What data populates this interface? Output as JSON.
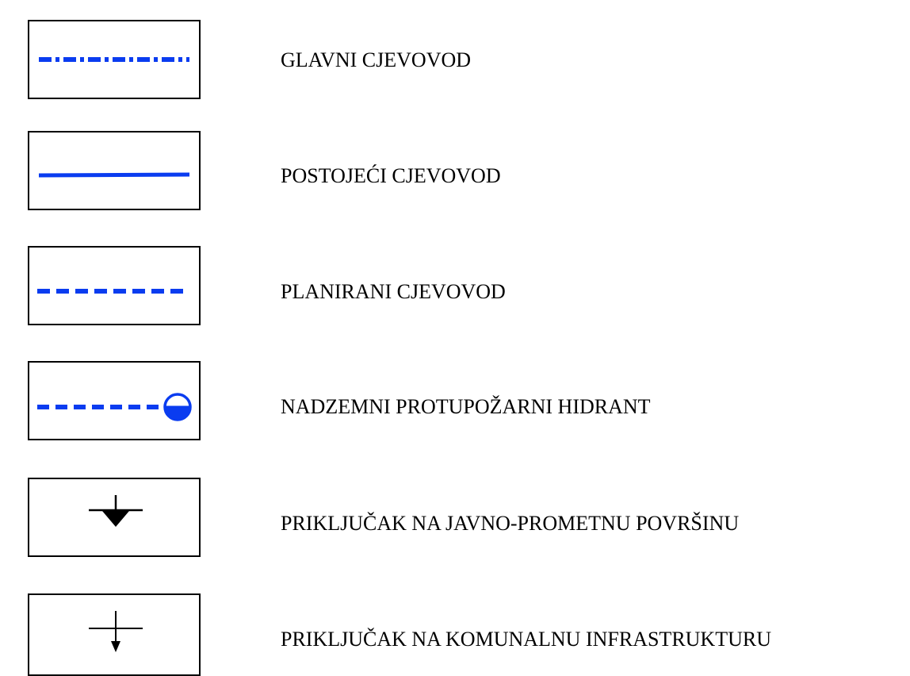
{
  "colors": {
    "line": "#0a3cf0",
    "border": "#000000",
    "symbol": "#000000"
  },
  "legend": {
    "items": [
      {
        "id": "main-pipeline",
        "label": "GLAVNI CJEVOVOD",
        "symbol": "dash-dot-line"
      },
      {
        "id": "existing-pipeline",
        "label": "POSTOJEĆI CJEVOVOD",
        "symbol": "solid-line"
      },
      {
        "id": "planned-pipeline",
        "label": "PLANIRANI CJEVOVOD",
        "symbol": "dashed-line"
      },
      {
        "id": "fire-hydrant",
        "label": "NADZEMNI PROTUPOŽARNI HIDRANT",
        "symbol": "dashed-line-with-hydrant"
      },
      {
        "id": "public-connection",
        "label": "PRIKLJUČAK NA JAVNO-PROMETNU POVRŠINU",
        "symbol": "filled-arrow-connection"
      },
      {
        "id": "utility-connection",
        "label": "PRIKLJUČAK NA KOMUNALNU INFRASTRUKTURU",
        "symbol": "thin-arrow-connection"
      }
    ]
  }
}
